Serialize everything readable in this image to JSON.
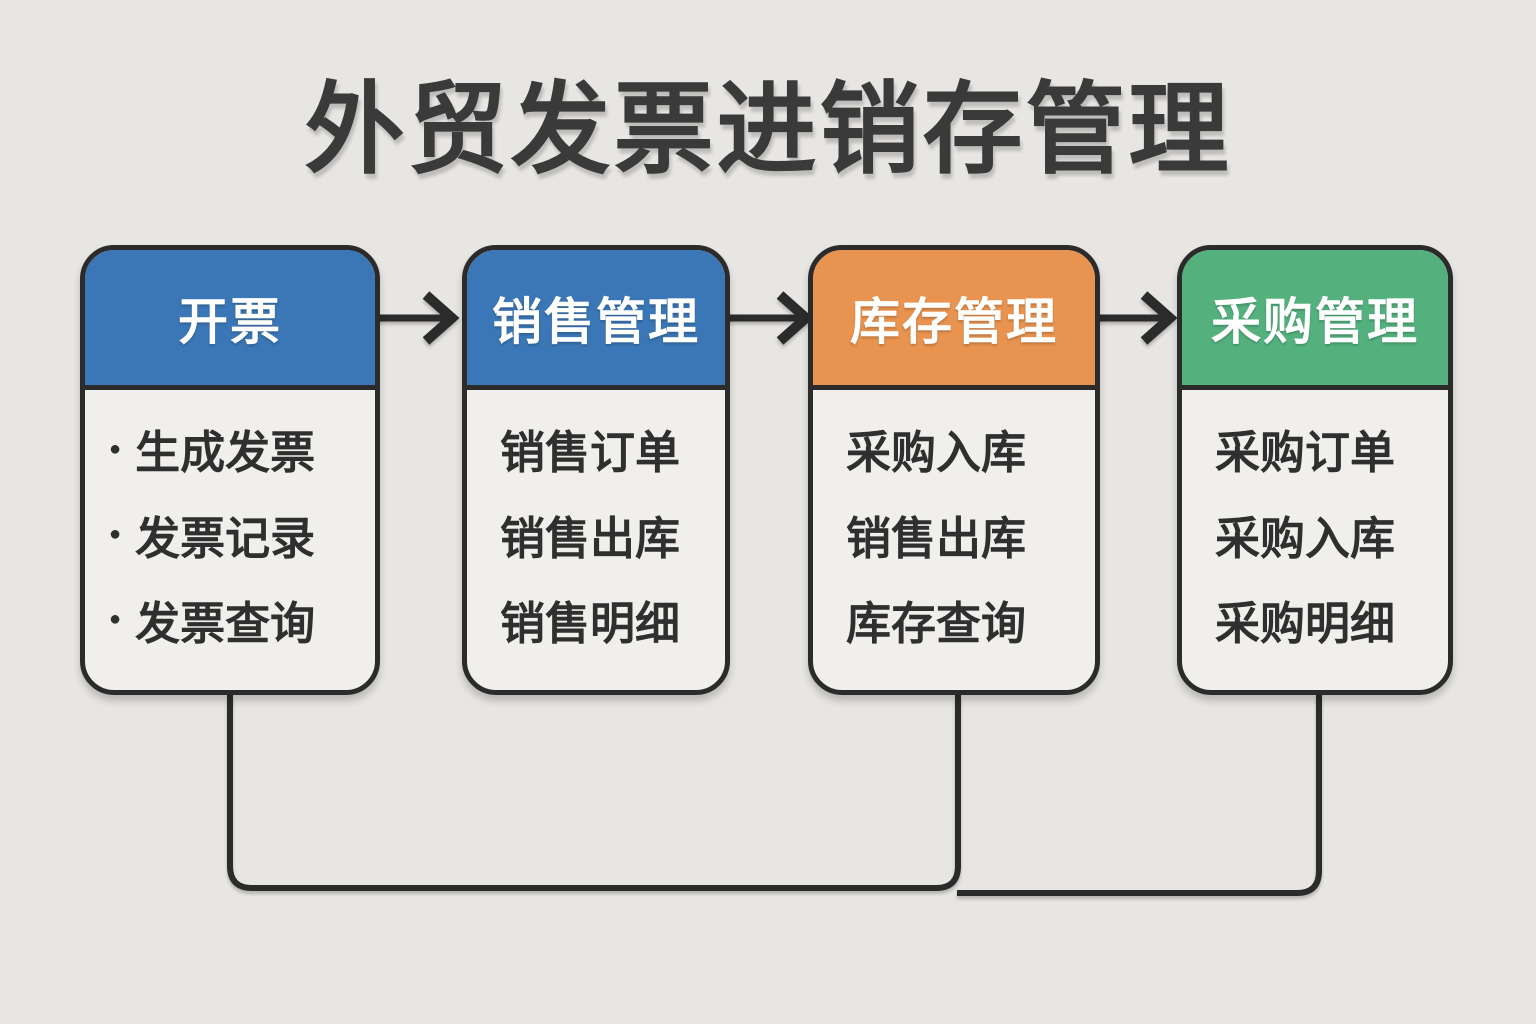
{
  "page": {
    "title": "外贸发票进销存管理"
  },
  "colors": {
    "background": "#e8e6e3",
    "card_body": "#f0efec",
    "line_and_border": "#2b2b2b",
    "title_text": "#3a3a3a",
    "item_text": "#2f2f2f",
    "header_text": "#ffffff",
    "header_blue": "#3b76b6",
    "header_orange": "#e8934f",
    "header_green": "#54b17e"
  },
  "cards": [
    {
      "header": "开票",
      "header_color": "#3b76b6",
      "bullets": true,
      "items": [
        "生成发票",
        "发票记录",
        "发票查询"
      ]
    },
    {
      "header": "销售管理",
      "header_color": "#3b76b6",
      "bullets": false,
      "items": [
        "销售订单",
        "销售出库",
        "销售明细"
      ]
    },
    {
      "header": "库存管理",
      "header_color": "#e8934f",
      "bullets": false,
      "items": [
        "采购入库",
        "销售出库",
        "库存查询"
      ]
    },
    {
      "header": "采购管理",
      "header_color": "#54b17e",
      "bullets": false,
      "items": [
        "采购订单",
        "采购入库",
        "采购明细"
      ]
    }
  ],
  "flow": {
    "arrows": [
      {
        "from": "开票",
        "to": "销售管理"
      },
      {
        "from": "销售管理",
        "to": "库存管理"
      },
      {
        "from": "库存管理",
        "to": "采购管理"
      }
    ],
    "bottom_links": [
      {
        "from": "库存管理",
        "to": "开票"
      },
      {
        "from": "采购管理",
        "to": "库存管理"
      }
    ]
  }
}
